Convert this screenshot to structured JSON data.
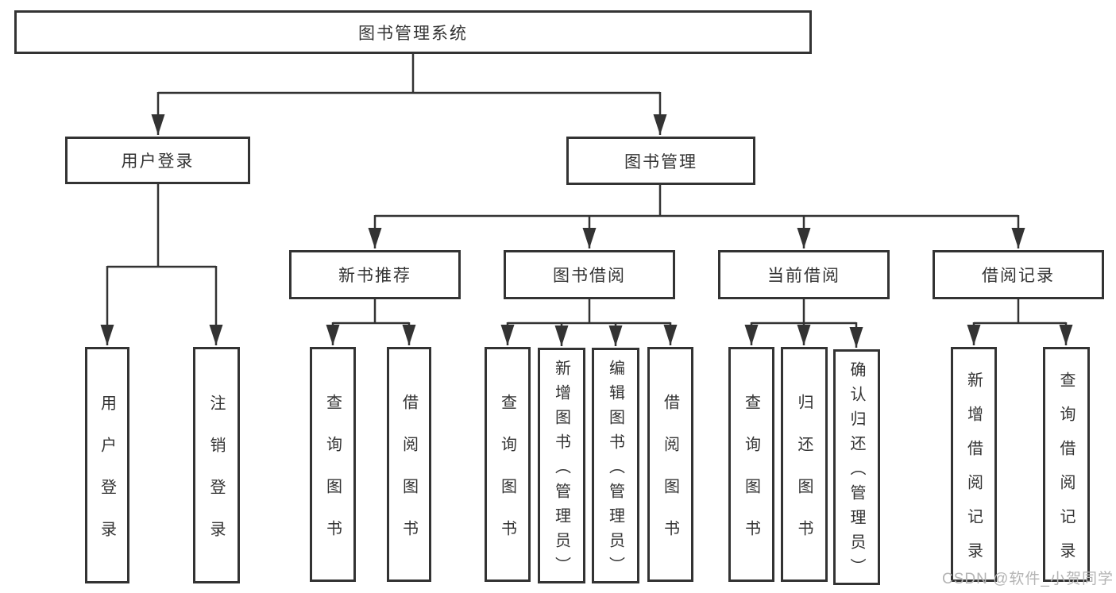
{
  "diagram": {
    "title": "图书管理系统",
    "colors": {
      "line": "#333333",
      "box_border": "#333333",
      "text": "#333333",
      "background": "#ffffff",
      "watermark": "#b4b4b4"
    }
  },
  "watermark": {
    "text": "CSDN @软件_小贺同学"
  },
  "nodes": {
    "root": {
      "label": "图书管理系统"
    },
    "level2": [
      {
        "label": "用户登录"
      },
      {
        "label": "图书管理"
      }
    ],
    "level3": [
      {
        "label": "新书推荐"
      },
      {
        "label": "图书借阅"
      },
      {
        "label": "当前借阅"
      },
      {
        "label": "借阅记录"
      }
    ],
    "leaves": {
      "user_login": [
        "用户登录",
        "注销登录"
      ],
      "new_book_recommend": [
        "查询图书",
        "借阅图书"
      ],
      "book_borrow": [
        "查询图书",
        "新增图书（管理员）",
        "编辑图书（管理员）",
        "借阅图书"
      ],
      "current_borrow": [
        "查询图书",
        "归还图书",
        "确认归还（管理员）"
      ],
      "borrow_records": [
        "新增借阅记录",
        "查询借阅记录"
      ]
    }
  }
}
